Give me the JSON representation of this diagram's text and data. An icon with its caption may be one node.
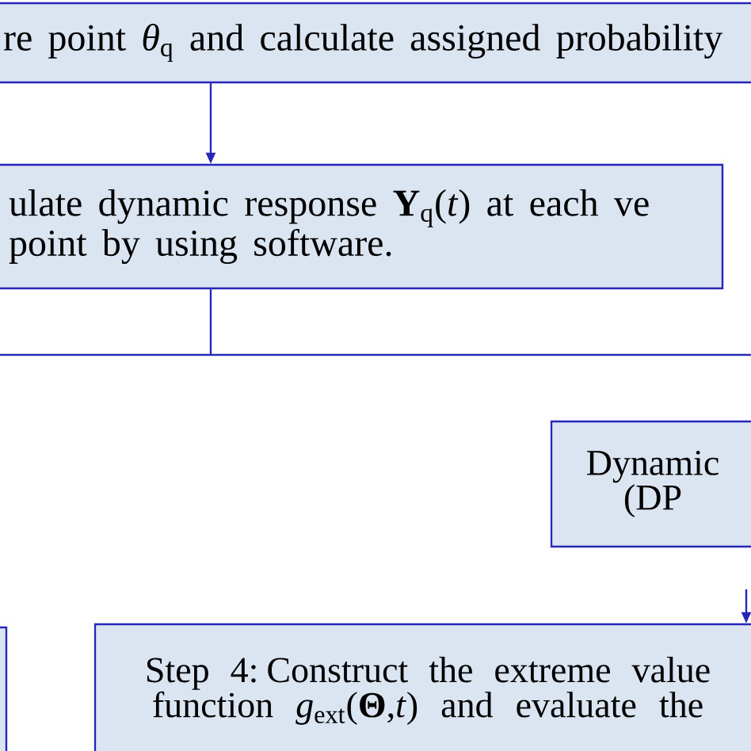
{
  "diagram": {
    "nodes": [
      {
        "text": [
          "re point *θ*$_{q}$ and calculate assigned probability"
        ]
      },
      {
        "text": [
          "ulate dynamic response **Y**$_{q}$(*t*) at each ve point by using software."
        ]
      },
      {
        "text": [
          "Dynamic (DP"
        ]
      },
      {
        "text": [],
        "shape": "box"
      },
      {
        "text": [
          "Step 4: Construct the extreme value function *g*$_{ext}$(**Θ**,*t*) and evaluate the"
        ]
      }
    ],
    "edges": [
      {
        "from": 0,
        "to": 1,
        "arrow": "to"
      },
      {
        "from": 1,
        "to": null,
        "arrow": "none"
      },
      {
        "from": null,
        "to": 4,
        "arrow": "to"
      }
    ]
  }
}
